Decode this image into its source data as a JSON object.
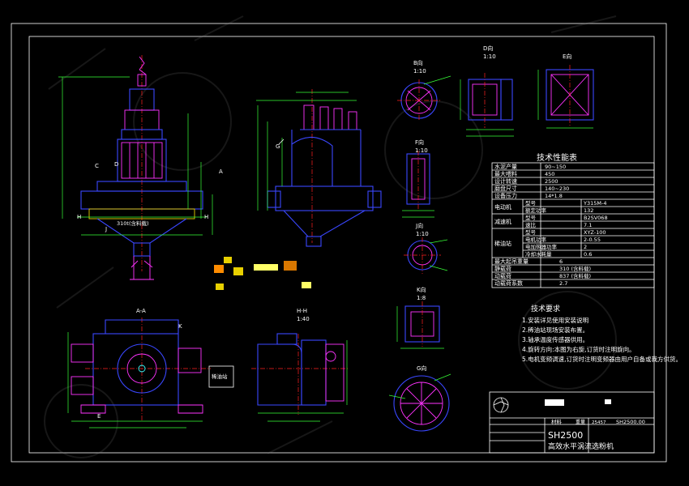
{
  "colors": {
    "background": "#000000",
    "frame": "#ffffff",
    "outline": "#3a47ff",
    "centerline": "#ff2020",
    "detail": "#ff33ff",
    "dimension": "#37ff37",
    "highlight": "#e8d000",
    "cyan": "#33ffff"
  },
  "views": {
    "a_a": "A-A",
    "h_h": "H-H",
    "h_h_scale": "1:40",
    "b_view": "B向",
    "b_scale": "1:10",
    "d_view": "D向",
    "d_scale": "1:10",
    "e_view": "E向",
    "f_view": "F向",
    "f_scale": "1:10",
    "j_view": "J向",
    "j_scale": "1:10",
    "k_view": "K向",
    "k_scale": "1:8",
    "g_view": "G向"
  },
  "main_view": {
    "weight_note": "310t(含料载)",
    "label_c": "C",
    "label_d": "D",
    "label_h": "H",
    "label_j": "J",
    "label_a": "A"
  },
  "side_view": {
    "label_g": "G"
  },
  "plan_view": {
    "tag": "稀油站",
    "label_e": "E",
    "label_k": "K"
  },
  "tech_table": {
    "title": "技术性能表",
    "rows": [
      {
        "label": "水泥产量",
        "value": "90~150"
      },
      {
        "label": "最大喂料",
        "value": "450"
      },
      {
        "label": "设计转速",
        "value": "2500"
      },
      {
        "label": "磨盘尺寸",
        "value": "140~230"
      },
      {
        "label": "设备压力",
        "value": "14*1.8"
      }
    ],
    "motor": {
      "label": "电动机",
      "k1": "型号",
      "v1": "Y315M-4",
      "k2": "额定功率",
      "v2": "132"
    },
    "reducer": {
      "label": "减速机",
      "k1": "型号",
      "v1": "B2SV068",
      "k2": "速比",
      "v2": "7.1"
    },
    "lube": {
      "label": "稀油站",
      "k1": "型号",
      "v1": "XYZ-100",
      "k2": "电机功率",
      "v2": "2-0.55",
      "k3": "电加热器功率",
      "v3": "2",
      "k4": "冷却水耗量",
      "v4": "0.6"
    },
    "tail_rows": [
      {
        "label": "最大起吊重量",
        "value": "6"
      },
      {
        "label": "静载荷",
        "value": "310 (含料载)"
      },
      {
        "label": "动载荷",
        "value": "837 (含料载)"
      },
      {
        "label": "动载荷系数",
        "value": "2.7"
      }
    ]
  },
  "requirements": {
    "title": "技术要求",
    "items": [
      "1.安装详见使用安装说明",
      "2.稀油站现场安装布置。",
      "3.轴承温度传感器供用。",
      "4.旋转方向:本图为右旋,订货时注明旋向。",
      "5.电机变频调速,订货时注明变频器由用户自备或我方供货。"
    ]
  },
  "title_block": {
    "model": "SH2500",
    "name": "高效水平涡流选粉机",
    "material_label": "材料",
    "weight_label": "重量",
    "weight_value": "25457",
    "drawing_no": "SH2500.00"
  }
}
